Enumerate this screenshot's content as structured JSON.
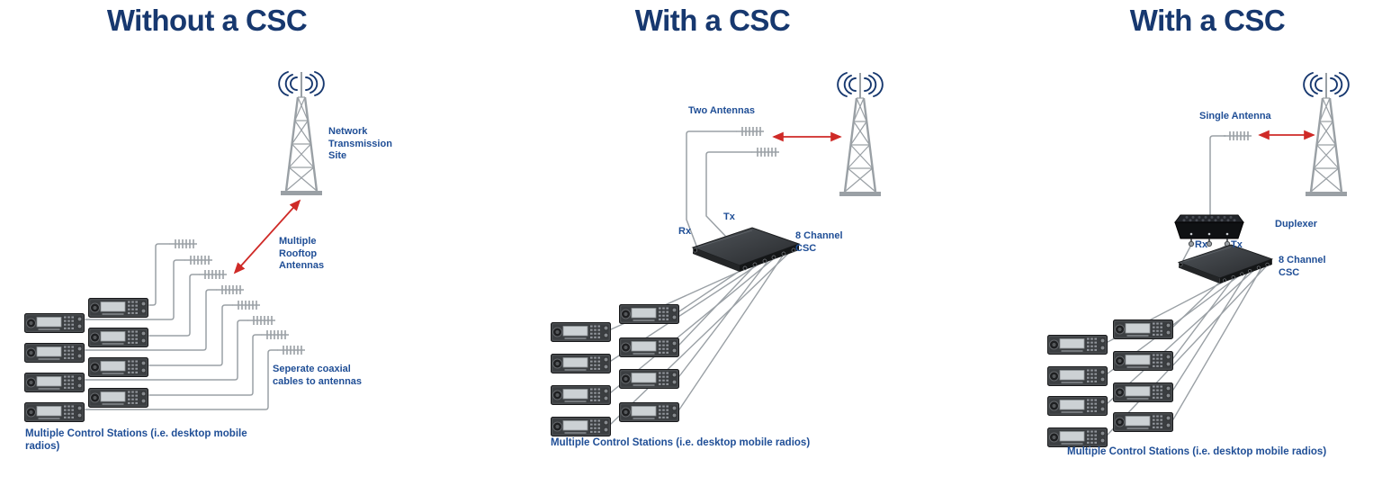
{
  "colors": {
    "title_navy": "#17386f",
    "label_blue": "#1f4e96",
    "line_gray": "#9aa0a5",
    "arrow_red": "#cf2a27",
    "device_dark": "#2c2f32"
  },
  "icons": {
    "transmission_tower": "tower-icon",
    "rooftop_antenna": "antenna-icon",
    "control_station_radio": "radio-icon",
    "csc_unit": "csc-box-icon",
    "duplexer_unit": "duplexer-box-icon",
    "signal_arrow": "red-arrow-icon"
  },
  "panel1": {
    "title": "Without a CSC",
    "network_site_label": "Network\nTransmission\nSite",
    "rooftop_antennas_label": "Multiple\nRooftop\nAntennas",
    "coax_cables_label": "Seperate coaxial\ncables to antennas",
    "stations_label": "Multiple Control Stations (i.e. desktop mobile\nradios)"
  },
  "panel2": {
    "title": "With a CSC",
    "antennas_label": "Two Antennas",
    "rx_label": "Rx",
    "tx_label": "Tx",
    "csc_label": "8 Channel\nCSC",
    "stations_label": "Multiple Control Stations (i.e. desktop mobile radios)"
  },
  "panel3": {
    "title": "With a CSC",
    "antenna_label": "Single Antenna",
    "duplexer_label": "Duplexer",
    "rx_label": "Rx",
    "tx_label": "Tx",
    "csc_label": "8 Channel\nCSC",
    "stations_label": "Multiple Control Stations (i.e. desktop mobile radios)"
  }
}
